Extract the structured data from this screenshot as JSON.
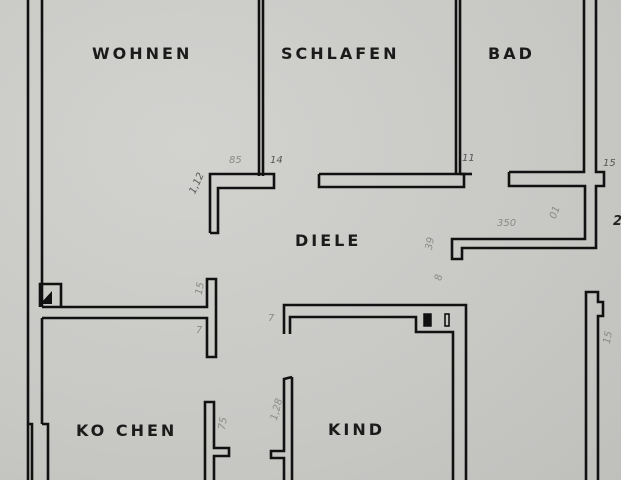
{
  "rooms": {
    "wohnen": "WOHNEN",
    "schlafen": "SCHLAFEN",
    "bad": "BAD",
    "diele": "DIELE",
    "kochen": "KO CHEN",
    "kind": "KIND"
  },
  "dimensions": {
    "wohnen_door_height": "1,12",
    "wohnen_door_width": "85",
    "wohnen_wall": "14",
    "schlafen_wall": "11",
    "bad_wall": "15",
    "diele_right_width": "350",
    "diele_right_small": "01",
    "diele_right_vert_a": "39",
    "diele_right_vert_b": "8",
    "kochen_upper": "15",
    "kochen_lower": "7",
    "kind_corner": "7",
    "kochen_door": "75",
    "kind_door": "1,28",
    "right_wall": "15",
    "right_edge_mark": "2"
  },
  "colors": {
    "paper": "#c9c9c6",
    "ink": "#111111",
    "pencil": "#7a7a78"
  }
}
